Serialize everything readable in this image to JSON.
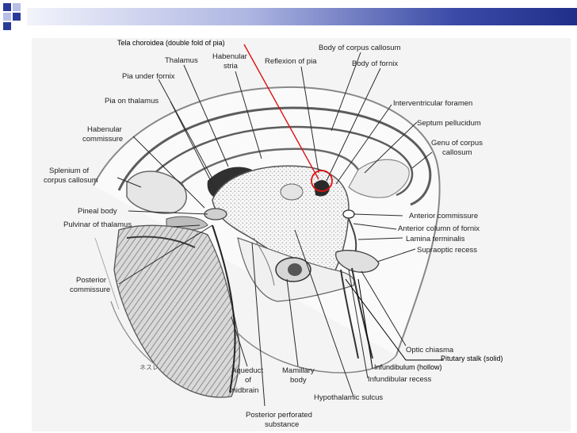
{
  "slide": {
    "accent": "#2a3a99"
  },
  "annotations": {
    "tela": "Tela choroidea (double fold of pia)",
    "pituitary": "Pitutary stalk (solid)",
    "infundibulum": "Infundibulum (hollow)"
  },
  "labels": {
    "thalamus": "Thalamus",
    "habenular_stria_1": "Habenular",
    "habenular_stria_2": "stria",
    "reflexion_of_pia": "Reflexion of pia",
    "body_of_corpus_callosum": "Body of corpus callosum",
    "body_of_fornix": "Body of fornix",
    "pia_under_fornix": "Pia under fornix",
    "pia_on_thalamus": "Pia on thalamus",
    "interventricular_foramen": "Interventricular foramen",
    "septum_pellucidum": "Septum pellucidum",
    "habenular_commissure_1": "Habenular",
    "habenular_commissure_2": "commissure",
    "genu_1": "Genu of corpus",
    "genu_2": "callosum",
    "splenium_1": "Splenium of",
    "splenium_2": "corpus callosum",
    "pineal_body": "Pineal body",
    "anterior_commissure": "Anterior commissure",
    "pulvinar_of_thalamus": "Pulvinar of thalamus",
    "anterior_column_of_fornix": "Anterior column of fornix",
    "lamina_terminalis": "Lamina terminalis",
    "supraoptic_recess": "Supraoptic recess",
    "posterior_commissure_1": "Posterior",
    "posterior_commissure_2": "commissure",
    "optic_chiasma": "Optic chiasma",
    "mamillary_body_1": "Mamillary",
    "mamillary_body_2": "body",
    "aqueduct_1": "Aqueduct",
    "aqueduct_2": "of",
    "aqueduct_3": "midbrain",
    "infundibular_recess": "Infundibular recess",
    "hypothalamic_sulcus": "Hypothalamic sulcus",
    "posterior_perforated_1": "Posterior perforated",
    "posterior_perforated_2": "substance",
    "signature": "ネスレ"
  }
}
